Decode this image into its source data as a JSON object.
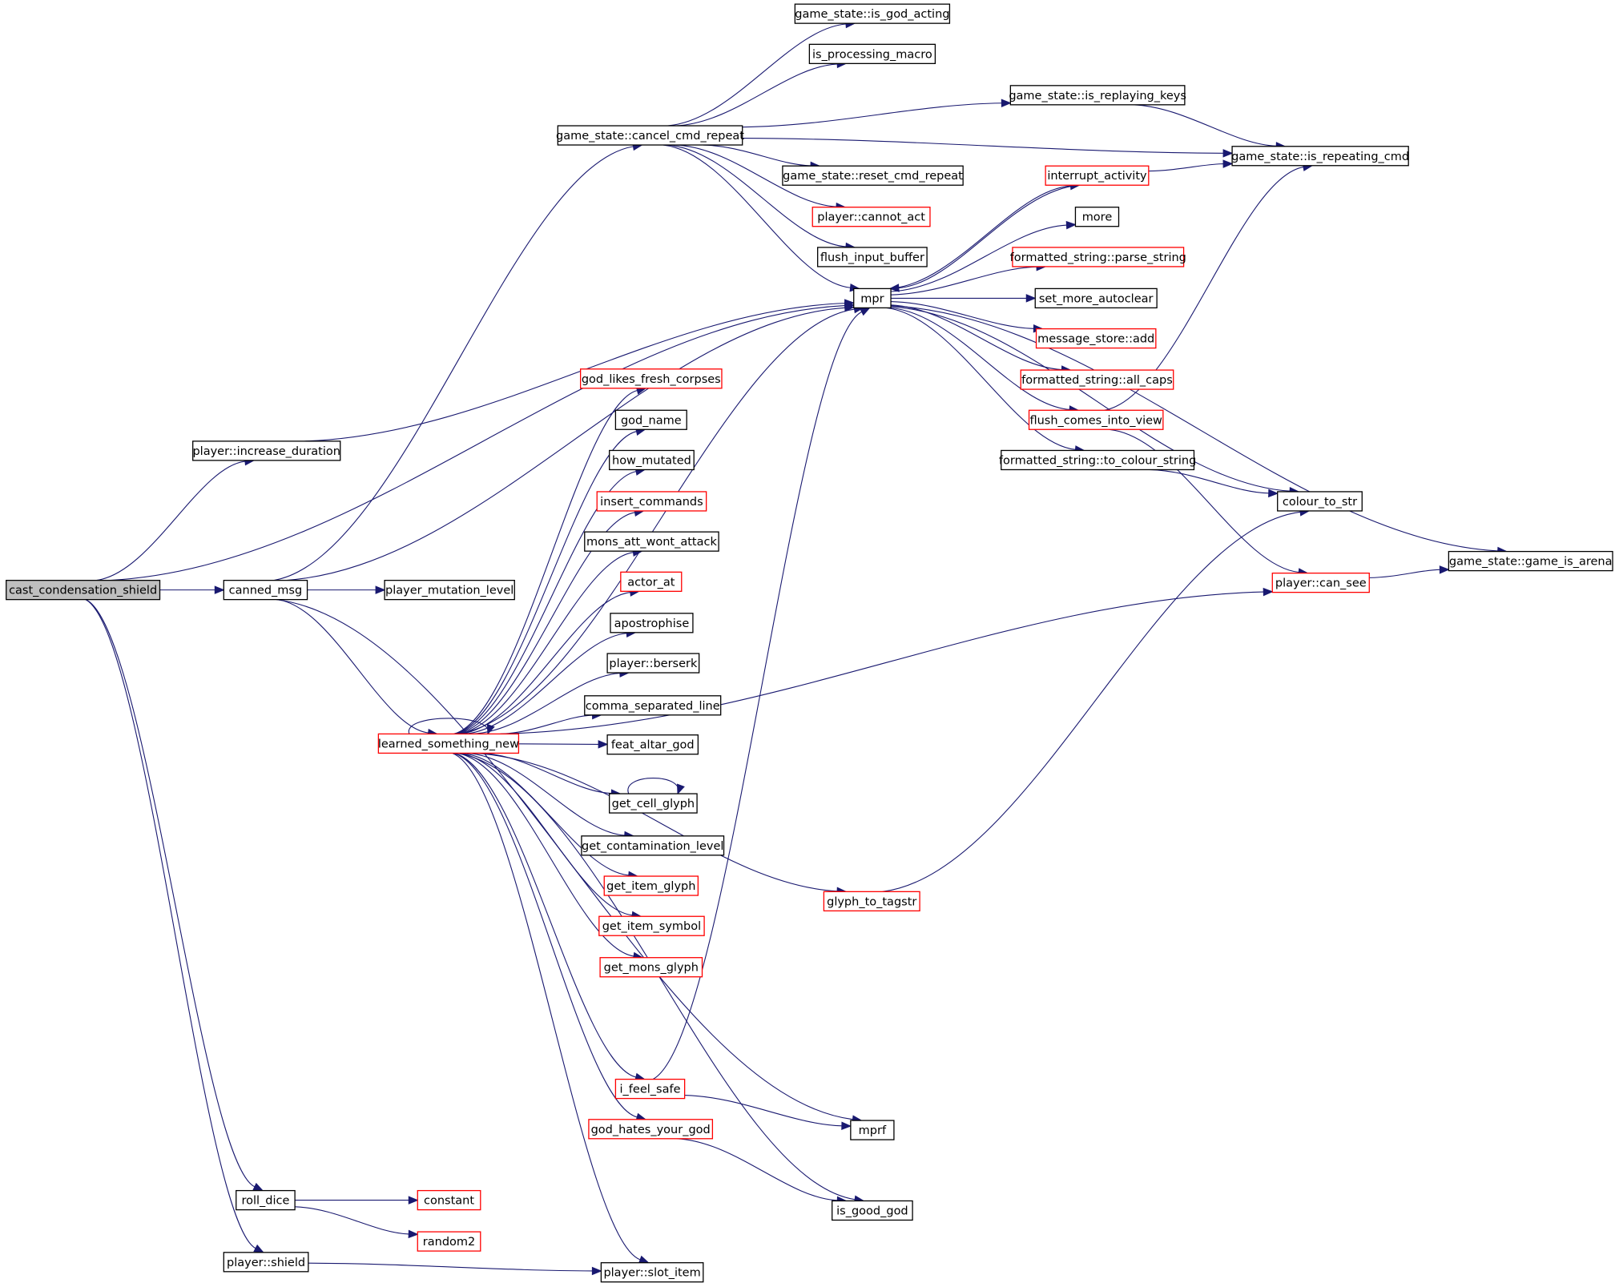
{
  "colors": {
    "edge": "#191970",
    "border_documented": "#000000",
    "border_undocumented": "#ff0000",
    "root_fill": "#bfbfbf",
    "fill": "#ffffff"
  },
  "nodes": [
    {
      "id": "cast_condensation_shield",
      "label": "cast_condensation_shield",
      "border": "black",
      "root": true
    },
    {
      "id": "increase_duration",
      "label": "player::increase_duration",
      "border": "black"
    },
    {
      "id": "canned_msg",
      "label": "canned_msg",
      "border": "black"
    },
    {
      "id": "roll_dice",
      "label": "roll_dice",
      "border": "black"
    },
    {
      "id": "player_shield",
      "label": "player::shield",
      "border": "black"
    },
    {
      "id": "player_mutation_level",
      "label": "player_mutation_level",
      "border": "black"
    },
    {
      "id": "learned_something_new",
      "label": "learned_something_new",
      "border": "red"
    },
    {
      "id": "cancel_cmd_repeat",
      "label": "game_state::cancel_cmd_repeat",
      "border": "black"
    },
    {
      "id": "god_likes_fresh_corpses",
      "label": "god_likes_fresh_corpses",
      "border": "red"
    },
    {
      "id": "god_name",
      "label": "god_name",
      "border": "black"
    },
    {
      "id": "how_mutated",
      "label": "how_mutated",
      "border": "black"
    },
    {
      "id": "insert_commands",
      "label": "insert_commands",
      "border": "red"
    },
    {
      "id": "mons_att_wont_attack",
      "label": "mons_att_wont_attack",
      "border": "black"
    },
    {
      "id": "actor_at",
      "label": "actor_at",
      "border": "red"
    },
    {
      "id": "apostrophise",
      "label": "apostrophise",
      "border": "black"
    },
    {
      "id": "player_berserk",
      "label": "player::berserk",
      "border": "black"
    },
    {
      "id": "comma_separated_line",
      "label": "comma_separated_line",
      "border": "black"
    },
    {
      "id": "feat_altar_god",
      "label": "feat_altar_god",
      "border": "black"
    },
    {
      "id": "get_cell_glyph",
      "label": "get_cell_glyph",
      "border": "black"
    },
    {
      "id": "get_contamination_level",
      "label": "get_contamination_level",
      "border": "black"
    },
    {
      "id": "get_item_glyph",
      "label": "get_item_glyph",
      "border": "red"
    },
    {
      "id": "get_item_symbol",
      "label": "get_item_symbol",
      "border": "red"
    },
    {
      "id": "get_mons_glyph",
      "label": "get_mons_glyph",
      "border": "red"
    },
    {
      "id": "i_feel_safe",
      "label": "i_feel_safe",
      "border": "red"
    },
    {
      "id": "god_hates_your_god",
      "label": "god_hates_your_god",
      "border": "red"
    },
    {
      "id": "constant",
      "label": "constant",
      "border": "red"
    },
    {
      "id": "random2",
      "label": "random2",
      "border": "red"
    },
    {
      "id": "slot_item",
      "label": "player::slot_item",
      "border": "black"
    },
    {
      "id": "is_god_acting",
      "label": "game_state::is_god_acting",
      "border": "black"
    },
    {
      "id": "is_processing_macro",
      "label": "is_processing_macro",
      "border": "black"
    },
    {
      "id": "reset_cmd_repeat",
      "label": "game_state::reset_cmd_repeat",
      "border": "black"
    },
    {
      "id": "cannot_act",
      "label": "player::cannot_act",
      "border": "red"
    },
    {
      "id": "flush_input_buffer",
      "label": "flush_input_buffer",
      "border": "black"
    },
    {
      "id": "mpr",
      "label": "mpr",
      "border": "black"
    },
    {
      "id": "glyph_to_tagstr",
      "label": "glyph_to_tagstr",
      "border": "red"
    },
    {
      "id": "mprf",
      "label": "mprf",
      "border": "black"
    },
    {
      "id": "is_good_god",
      "label": "is_good_god",
      "border": "black"
    },
    {
      "id": "is_replaying_keys",
      "label": "game_state::is_replaying_keys",
      "border": "black"
    },
    {
      "id": "interrupt_activity",
      "label": "interrupt_activity",
      "border": "red"
    },
    {
      "id": "more",
      "label": "more",
      "border": "black"
    },
    {
      "id": "parse_string",
      "label": "formatted_string::parse_string",
      "border": "red"
    },
    {
      "id": "set_more_autoclear",
      "label": "set_more_autoclear",
      "border": "black"
    },
    {
      "id": "message_store_add",
      "label": "message_store::add",
      "border": "red"
    },
    {
      "id": "all_caps",
      "label": "formatted_string::all_caps",
      "border": "red"
    },
    {
      "id": "flush_comes_into_view",
      "label": "flush_comes_into_view",
      "border": "red"
    },
    {
      "id": "to_colour_string",
      "label": "formatted_string::to_colour_string",
      "border": "black"
    },
    {
      "id": "is_repeating_cmd",
      "label": "game_state::is_repeating_cmd",
      "border": "black"
    },
    {
      "id": "colour_to_str",
      "label": "colour_to_str",
      "border": "black"
    },
    {
      "id": "player_can_see",
      "label": "player::can_see",
      "border": "red"
    },
    {
      "id": "game_is_arena",
      "label": "game_state::game_is_arena",
      "border": "black"
    }
  ],
  "edges": [
    [
      "cast_condensation_shield",
      "increase_duration"
    ],
    [
      "cast_condensation_shield",
      "canned_msg"
    ],
    [
      "cast_condensation_shield",
      "roll_dice"
    ],
    [
      "cast_condensation_shield",
      "player_shield"
    ],
    [
      "cast_condensation_shield",
      "mpr"
    ],
    [
      "increase_duration",
      "mpr"
    ],
    [
      "canned_msg",
      "player_mutation_level"
    ],
    [
      "canned_msg",
      "learned_something_new"
    ],
    [
      "canned_msg",
      "cancel_cmd_repeat"
    ],
    [
      "canned_msg",
      "mpr"
    ],
    [
      "canned_msg",
      "mprf"
    ],
    [
      "roll_dice",
      "constant"
    ],
    [
      "roll_dice",
      "random2"
    ],
    [
      "player_shield",
      "slot_item"
    ],
    [
      "learned_something_new",
      "learned_something_new"
    ],
    [
      "learned_something_new",
      "god_likes_fresh_corpses"
    ],
    [
      "learned_something_new",
      "god_name"
    ],
    [
      "learned_something_new",
      "how_mutated"
    ],
    [
      "learned_something_new",
      "insert_commands"
    ],
    [
      "learned_something_new",
      "mons_att_wont_attack"
    ],
    [
      "learned_something_new",
      "actor_at"
    ],
    [
      "learned_something_new",
      "apostrophise"
    ],
    [
      "learned_something_new",
      "player_berserk"
    ],
    [
      "learned_something_new",
      "comma_separated_line"
    ],
    [
      "learned_something_new",
      "feat_altar_god"
    ],
    [
      "learned_something_new",
      "get_cell_glyph"
    ],
    [
      "learned_something_new",
      "get_contamination_level"
    ],
    [
      "learned_something_new",
      "get_item_glyph"
    ],
    [
      "learned_something_new",
      "get_item_symbol"
    ],
    [
      "learned_something_new",
      "get_mons_glyph"
    ],
    [
      "learned_something_new",
      "glyph_to_tagstr"
    ],
    [
      "learned_something_new",
      "player_can_see"
    ],
    [
      "learned_something_new",
      "i_feel_safe"
    ],
    [
      "learned_something_new",
      "god_hates_your_god"
    ],
    [
      "learned_something_new",
      "is_good_god"
    ],
    [
      "learned_something_new",
      "slot_item"
    ],
    [
      "learned_something_new",
      "mpr"
    ],
    [
      "get_cell_glyph",
      "get_cell_glyph"
    ],
    [
      "i_feel_safe",
      "mpr"
    ],
    [
      "i_feel_safe",
      "mprf"
    ],
    [
      "god_hates_your_god",
      "is_good_god"
    ],
    [
      "glyph_to_tagstr",
      "colour_to_str"
    ],
    [
      "cancel_cmd_repeat",
      "is_god_acting"
    ],
    [
      "cancel_cmd_repeat",
      "is_processing_macro"
    ],
    [
      "cancel_cmd_repeat",
      "is_replaying_keys"
    ],
    [
      "cancel_cmd_repeat",
      "is_repeating_cmd"
    ],
    [
      "cancel_cmd_repeat",
      "reset_cmd_repeat"
    ],
    [
      "cancel_cmd_repeat",
      "cannot_act"
    ],
    [
      "cancel_cmd_repeat",
      "flush_input_buffer"
    ],
    [
      "cancel_cmd_repeat",
      "mpr"
    ],
    [
      "is_replaying_keys",
      "is_repeating_cmd"
    ],
    [
      "mpr",
      "interrupt_activity"
    ],
    [
      "mpr",
      "more"
    ],
    [
      "mpr",
      "parse_string"
    ],
    [
      "mpr",
      "set_more_autoclear"
    ],
    [
      "mpr",
      "message_store_add"
    ],
    [
      "mpr",
      "all_caps"
    ],
    [
      "mpr",
      "flush_comes_into_view"
    ],
    [
      "mpr",
      "to_colour_string"
    ],
    [
      "mpr",
      "colour_to_str"
    ],
    [
      "mpr",
      "game_is_arena"
    ],
    [
      "interrupt_activity",
      "mpr"
    ],
    [
      "interrupt_activity",
      "is_repeating_cmd"
    ],
    [
      "flush_comes_into_view",
      "is_repeating_cmd"
    ],
    [
      "flush_comes_into_view",
      "player_can_see"
    ],
    [
      "to_colour_string",
      "colour_to_str"
    ],
    [
      "player_can_see",
      "game_is_arena"
    ]
  ]
}
